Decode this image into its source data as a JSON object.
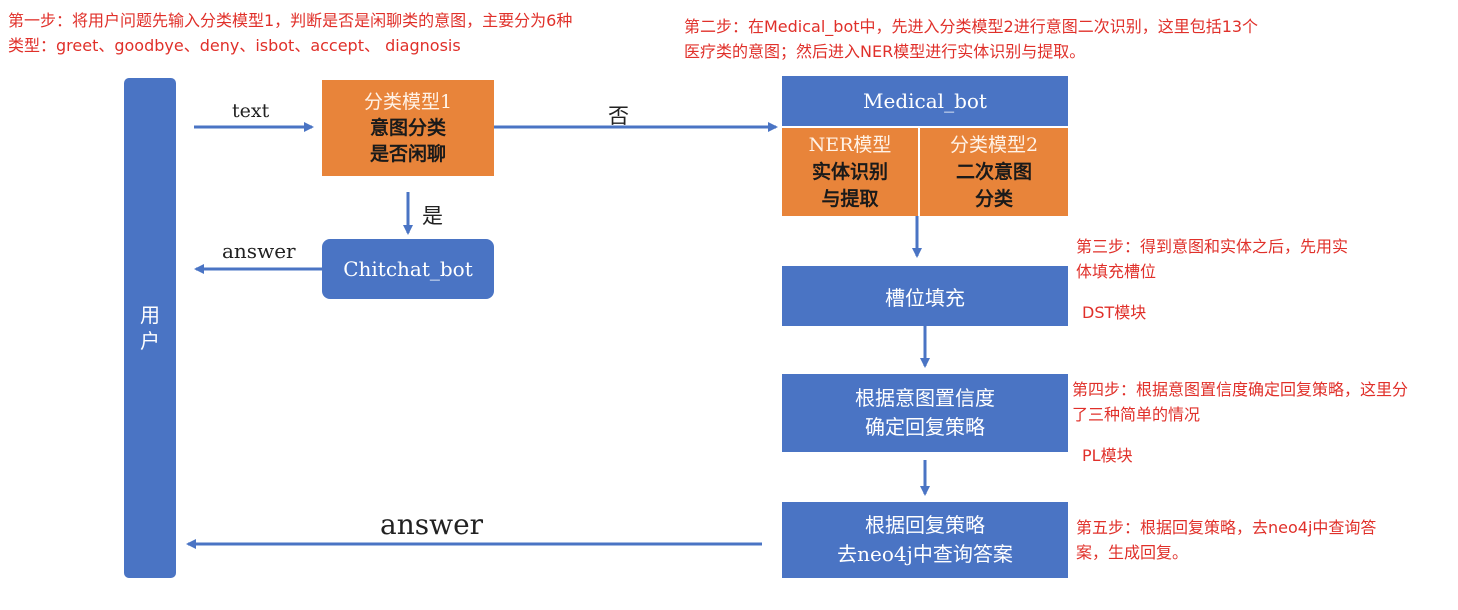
{
  "annotations": {
    "step1_line1": "第一步：将用户问题先输入分类模型1，判断是否是闲聊类的意图，主要分为6种",
    "step1_line2": "类型：greet、goodbye、deny、isbot、accept、 diagnosis",
    "step2_line1": "第二步：在Medical_bot中，先进入分类模型2进行意图二次识别，这里包括13个",
    "step2_line2": "医疗类的意图；然后进入NER模型进行实体识别与提取。",
    "step3_line1": "第三步：得到意图和实体之后，先用实",
    "step3_line2": "体填充槽位",
    "dst": "DST模块",
    "step4_line1": "第四步：根据意图置信度确定回复策略，这里分",
    "step4_line2": "了三种简单的情况",
    "pl": "PL模块",
    "step5_line1": "第五步：根据回复策略，去neo4j中查询答",
    "step5_line2": "案，生成回复。"
  },
  "user_box": {
    "label": "用户"
  },
  "classifier1": {
    "line1": "分类模型1",
    "line2": "意图分类",
    "line3": "是否闲聊"
  },
  "chitchat": {
    "label": "Chitchat_bot"
  },
  "medical_bot": {
    "label": "Medical_bot"
  },
  "ner": {
    "line1": "NER模型",
    "line2": "实体识别",
    "line3": "与提取"
  },
  "classifier2": {
    "line1": "分类模型2",
    "line2": "二次意图",
    "line3": "分类"
  },
  "slot_fill": {
    "label": "槽位填充"
  },
  "policy": {
    "line1": "根据意图置信度",
    "line2": "确定回复策略"
  },
  "query": {
    "line1": "根据回复策略",
    "line2": "去neo4j中查询答案"
  },
  "edge_labels": {
    "text": "text",
    "no": "否",
    "yes": "是",
    "answer_small": "answer",
    "answer_big": "answer"
  },
  "colors": {
    "blue": "#4a74c4",
    "orange": "#e8843a",
    "arrow": "#4a74c4",
    "annotation": "#e0302a"
  }
}
